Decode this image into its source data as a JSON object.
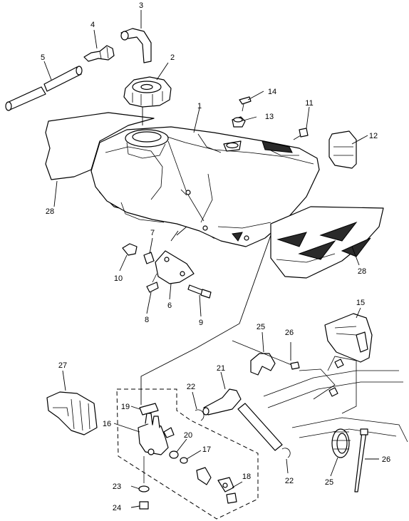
{
  "callouts": {
    "c1": "1",
    "c2": "2",
    "c3": "3",
    "c4": "4",
    "c5": "5",
    "c6": "6",
    "c7": "7",
    "c8": "8",
    "c9": "9",
    "c10": "10",
    "c11": "11",
    "c12": "12",
    "c13": "13",
    "c14": "14",
    "c15": "15",
    "c16": "16",
    "c17": "17",
    "c18": "18",
    "c19": "19",
    "c20": "20",
    "c21": "21",
    "c22a": "22",
    "c22b": "22",
    "c23": "23",
    "c24": "24",
    "c25a": "25",
    "c25b": "25",
    "c26a": "26",
    "c26b": "26",
    "c27": "27",
    "c28a": "28",
    "c28b": "28"
  }
}
